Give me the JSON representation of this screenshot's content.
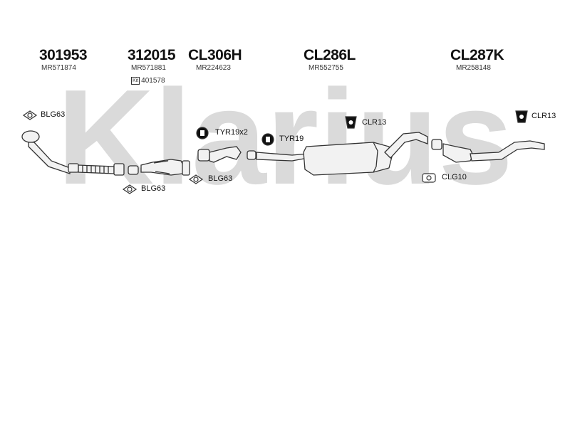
{
  "watermark": "Klarius",
  "parts": [
    {
      "code": "301953",
      "oem": "MR571874"
    },
    {
      "code": "312015",
      "oem": "MR571881",
      "kit_badge": "Kit",
      "kit": "401578"
    },
    {
      "code": "CL306H",
      "oem": "MR224623"
    },
    {
      "code": "CL286L",
      "oem": "MR552755"
    },
    {
      "code": "CL287K",
      "oem": "MR258148"
    }
  ],
  "fittings": {
    "blg63_top": "BLG63",
    "blg63_bottom": "BLG63",
    "tyr19x2": "TYR19x2",
    "blg63_mid": "BLG63",
    "tyr19": "TYR19",
    "clr13_mid": "CLR13",
    "clg10": "CLG10",
    "clr13_right": "CLR13"
  },
  "colors": {
    "watermark": "#dadada",
    "pipe_fill": "#f2f2f2",
    "outline": "#333333",
    "rubber": "#111111"
  }
}
